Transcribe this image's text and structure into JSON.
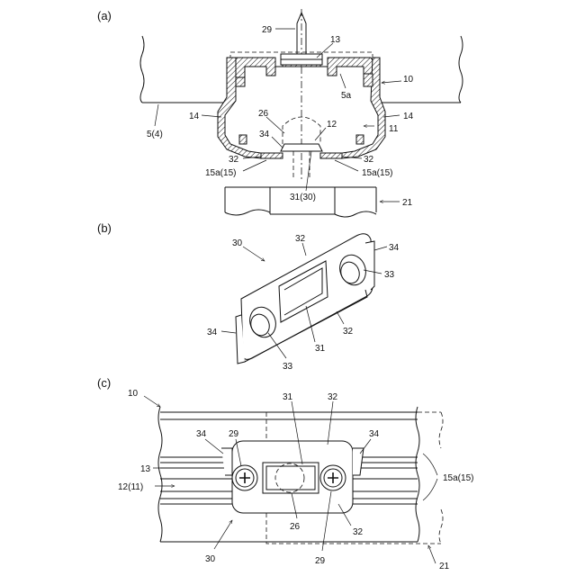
{
  "panels": {
    "a": "(a)",
    "b": "(b)",
    "c": "(c)"
  },
  "labels_a": {
    "l29": "29",
    "l13": "13",
    "l10": "10",
    "l5a": "5a",
    "l14_left": "14",
    "l14_right": "14",
    "l54": "5(4)",
    "l26": "26",
    "l12": "12",
    "l11": "11",
    "l34": "34",
    "l32_left": "32",
    "l32_right": "32",
    "l15a_left": "15a(15)",
    "l15a_right": "15a(15)",
    "l3130": "31(30)",
    "l21": "21"
  },
  "labels_b": {
    "l30": "30",
    "l32_top": "32",
    "l34_right": "34",
    "l33_right": "33",
    "l32_mid": "32",
    "l34_left": "34",
    "l31": "31",
    "l33_left": "33"
  },
  "labels_c": {
    "l10": "10",
    "l31": "31",
    "l32_top": "32",
    "l34_left": "34",
    "l29_top": "29",
    "l34_right": "34",
    "l13": "13",
    "l1211": "12(11)",
    "l15a": "15a(15)",
    "l26": "26",
    "l32_bottom": "32",
    "l30": "30",
    "l29_bottom": "29",
    "l21": "21"
  }
}
